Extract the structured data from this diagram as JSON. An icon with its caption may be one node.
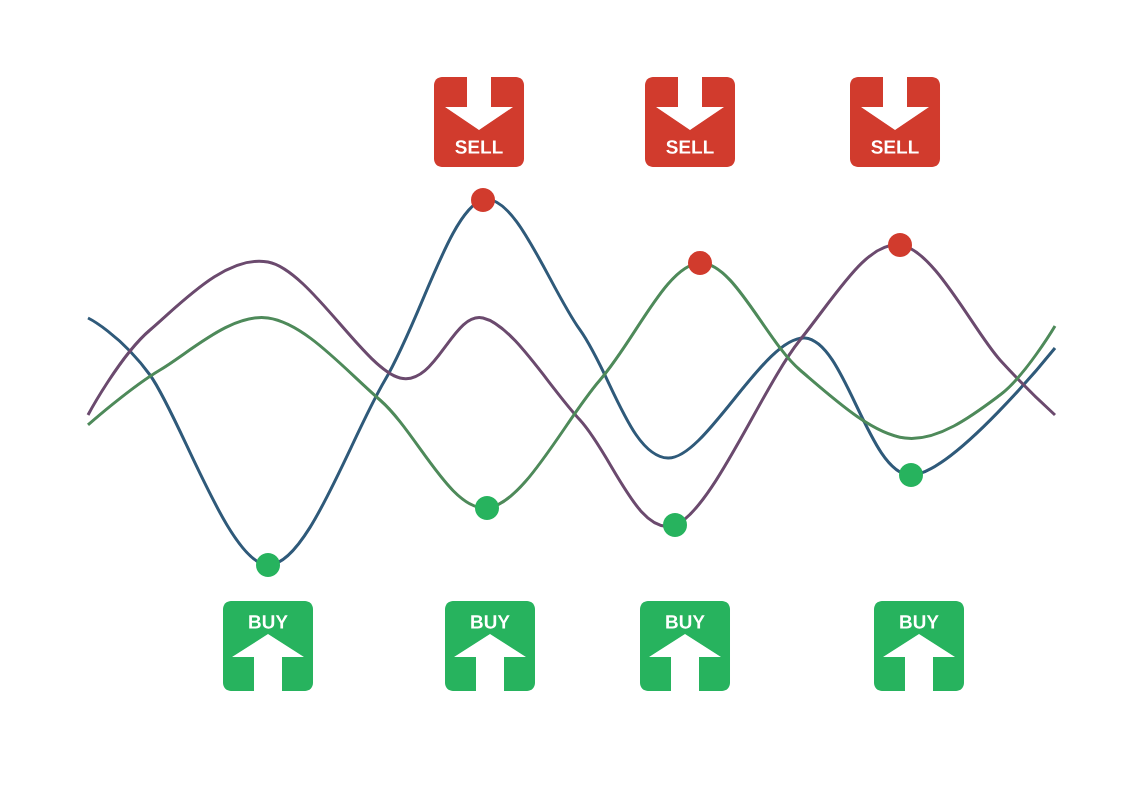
{
  "diagram": {
    "nodes": [
      {
        "text": [
          "SELL"
        ]
      },
      {
        "text": [
          "SELL"
        ]
      },
      {
        "text": [
          "SELL"
        ]
      },
      {
        "text": [
          "BUY"
        ]
      },
      {
        "text": [
          "BUY"
        ]
      },
      {
        "text": [
          "BUY"
        ]
      },
      {
        "text": [
          "BUY"
        ]
      }
    ]
  }
}
